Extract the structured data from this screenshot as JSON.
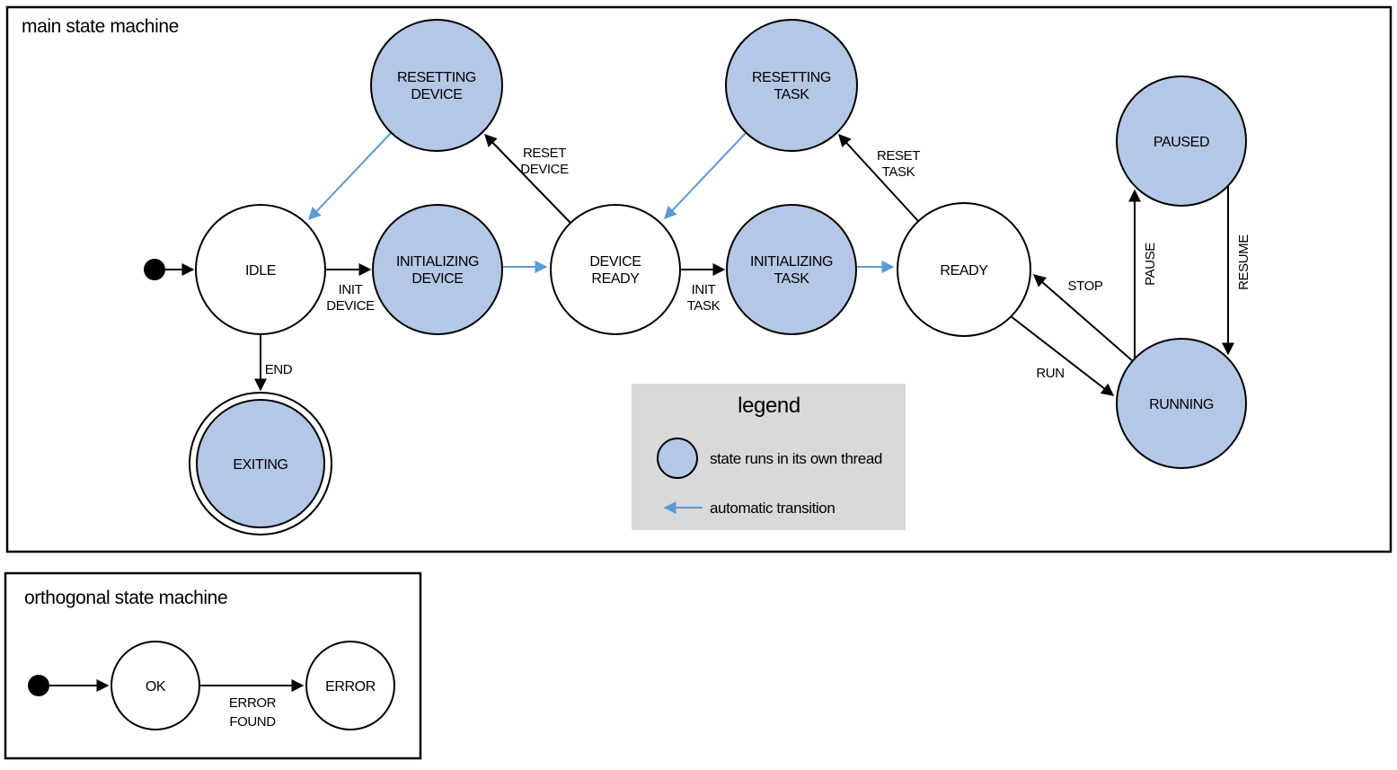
{
  "main": {
    "title": "main state machine",
    "states": {
      "idle": "IDLE",
      "initializing_device": [
        "INITIALIZING",
        "DEVICE"
      ],
      "device_ready": [
        "DEVICE",
        "READY"
      ],
      "initializing_task": [
        "INITIALIZING",
        "TASK"
      ],
      "ready": "READY",
      "resetting_device": [
        "RESETTING",
        "DEVICE"
      ],
      "resetting_task": [
        "RESETTING",
        "TASK"
      ],
      "paused": "PAUSED",
      "running": "RUNNING",
      "exiting": "EXITING"
    },
    "transitions": {
      "init_device": [
        "INIT",
        "DEVICE"
      ],
      "init_task": [
        "INIT",
        "TASK"
      ],
      "reset_device": [
        "RESET",
        "DEVICE"
      ],
      "reset_task": [
        "RESET",
        "TASK"
      ],
      "end": "END",
      "run": "RUN",
      "stop": "STOP",
      "pause": "PAUSE",
      "resume": "RESUME"
    }
  },
  "legend": {
    "title": "legend",
    "items": [
      {
        "label": "state runs in its own thread"
      },
      {
        "label": "automatic transition"
      }
    ]
  },
  "orthogonal": {
    "title": "orthogonal state machine",
    "states": {
      "ok": "OK",
      "error": "ERROR"
    },
    "transitions": {
      "error_found": [
        "ERROR",
        "FOUND"
      ]
    }
  },
  "colors": {
    "thread_state_fill": "#b4c7e7",
    "state_stroke": "#000000",
    "auto_transition_blue": "#5b9bd5",
    "legend_background": "#d9d9d9"
  }
}
